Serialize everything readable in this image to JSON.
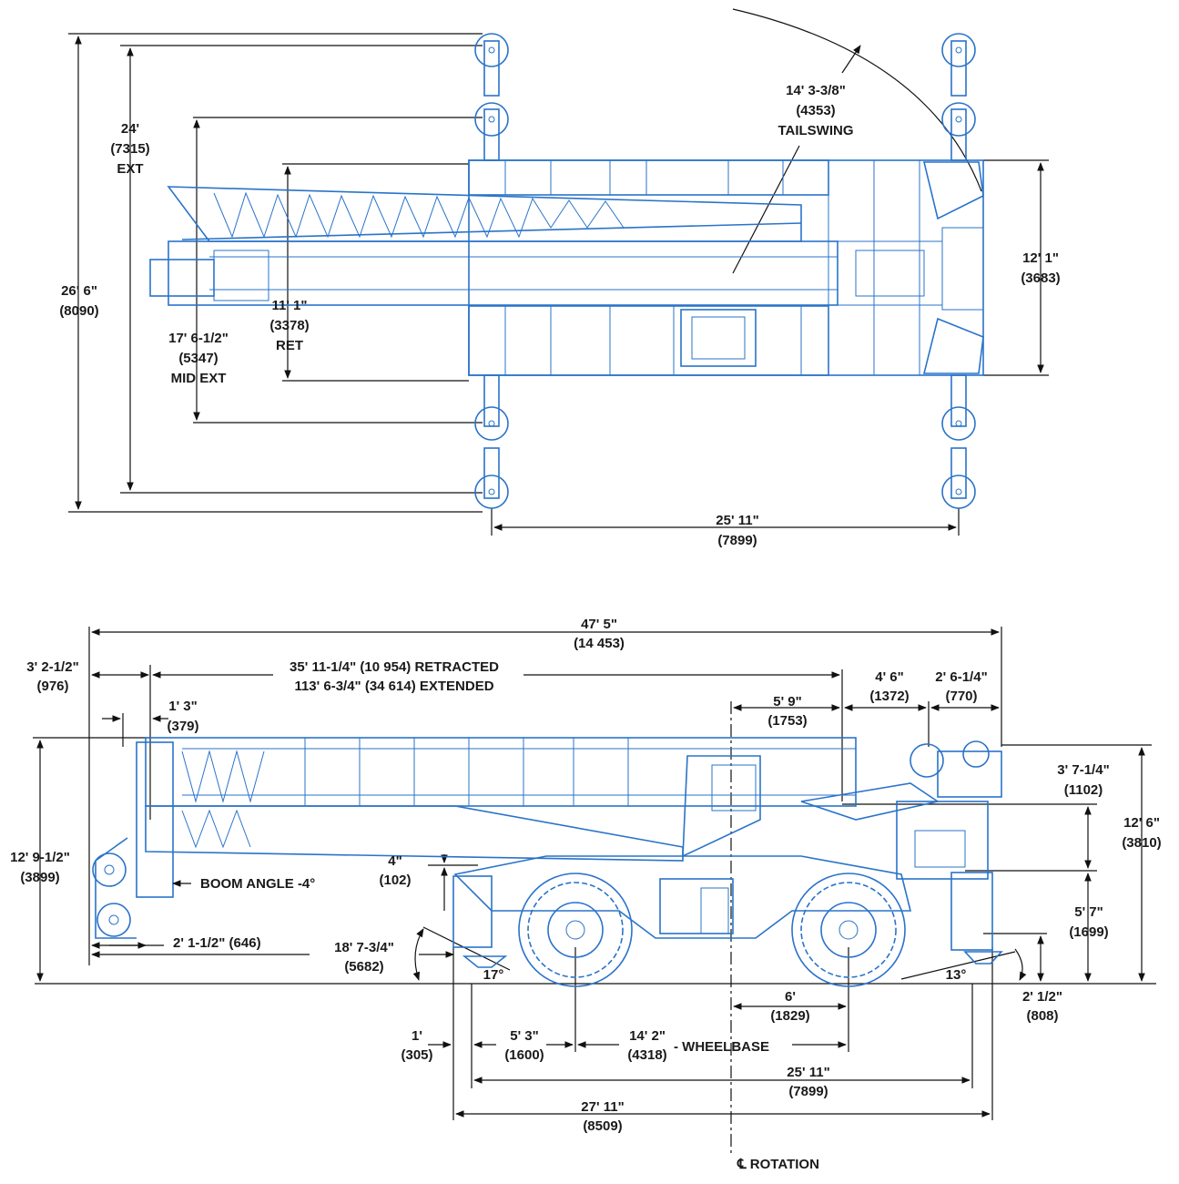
{
  "colors": {
    "drawing": "#2a73c9",
    "dimension": "#111111",
    "background": "#ffffff"
  },
  "top_view": {
    "overall_width": {
      "imperial": "26' 6\"",
      "metric": "(8090)"
    },
    "ext_width": {
      "imperial": "24'",
      "metric": "(7315)",
      "note": "EXT"
    },
    "mid_ext_width": {
      "imperial": "17' 6-1/2\"",
      "metric": "(5347)",
      "note": "MID EXT"
    },
    "ret_width": {
      "imperial": "11' 1\"",
      "metric": "(3378)",
      "note": "RET"
    },
    "tailswing": {
      "imperial": "14' 3-3/8\"",
      "metric": "(4353)",
      "note": "TAILSWING"
    },
    "carrier_width": {
      "imperial": "12' 1\"",
      "metric": "(3683)"
    },
    "outrigger_spread_length": {
      "imperial": "25' 11\"",
      "metric": "(7899)"
    }
  },
  "side_view": {
    "overall_length": {
      "imperial": "47' 5\"",
      "metric": "(14 453)"
    },
    "boom_nose_offset": {
      "imperial": "3' 2-1/2\"",
      "metric": "(976)"
    },
    "boom_retracted": {
      "line": "35' 11-1/4\" (10 954) RETRACTED"
    },
    "boom_extended": {
      "line": "113' 6-3/4\" (34 614) EXTENDED"
    },
    "tip_offset": {
      "imperial": "1' 3\"",
      "metric": "(379)"
    },
    "rear_a": {
      "imperial": "4' 6\"",
      "metric": "(1372)"
    },
    "rear_b": {
      "imperial": "2' 6-1/4\"",
      "metric": "(770)"
    },
    "cab_offset": {
      "imperial": "5' 9\"",
      "metric": "(1753)"
    },
    "cab_height": {
      "imperial": "3' 7-1/4\"",
      "metric": "(1102)"
    },
    "overall_height": {
      "imperial": "12' 6\"",
      "metric": "(3810)"
    },
    "boom_height": {
      "imperial": "12' 9-1/2\"",
      "metric": "(3899)"
    },
    "boom_angle": "BOOM ANGLE -4°",
    "clearance_4": {
      "imperial": "4\"",
      "metric": "(102)"
    },
    "deck_height": {
      "imperial": "5' 7\"",
      "metric": "(1699)"
    },
    "hook_offset": {
      "line": "2' 1-1/2\" (646)"
    },
    "approach": {
      "imperial": "18' 7-3/4\"",
      "metric": "(5682)"
    },
    "approach_angle": "17°",
    "departure_angle": "13°",
    "ground_clearance": {
      "imperial": "2' 1/2\"",
      "metric": "(808)"
    },
    "axle_to_rotation": {
      "imperial": "6'",
      "metric": "(1829)"
    },
    "front_overhang": {
      "imperial": "1'",
      "metric": "(305)"
    },
    "front_axle": {
      "imperial": "5' 3\"",
      "metric": "(1600)"
    },
    "wheelbase": {
      "imperial": "14' 2\"",
      "metric": "(4318)",
      "note": "- WHEELBASE"
    },
    "outrigger_spread": {
      "imperial": "25' 11\"",
      "metric": "(7899)"
    },
    "overall_carrier": {
      "imperial": "27' 11\"",
      "metric": "(8509)"
    },
    "rotation_label": "℄ ROTATION"
  }
}
